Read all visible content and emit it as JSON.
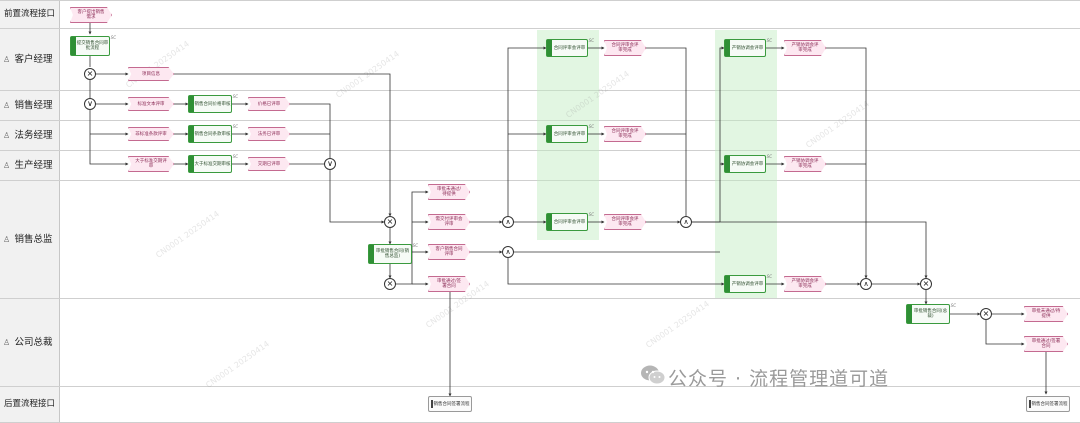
{
  "lanes": [
    {
      "name": "前置流程接口",
      "icon": "person-icon"
    },
    {
      "name": "客户经理",
      "icon": "person-icon"
    },
    {
      "name": "销售经理",
      "icon": "person-icon"
    },
    {
      "name": "法务经理",
      "icon": "person-icon"
    },
    {
      "name": "生产经理",
      "icon": "person-icon"
    },
    {
      "name": "销售总监",
      "icon": "person-icon"
    },
    {
      "name": "公司总裁",
      "icon": "person-icon"
    },
    {
      "name": "后置流程接口",
      "icon": "person-icon"
    }
  ],
  "events": [
    "客户提出销售需求",
    "项目信息",
    "标准文本评审",
    "非标准条款评审",
    "大于标准交期评审",
    "价格已评审",
    "法务已评审",
    "交期已评审",
    "审批未通过/待提供",
    "需交付评审会评审",
    "客户销售合同评审",
    "审批通过/签署合同",
    "合同评审会评审完成",
    "合同评审会评审完成",
    "合同评审会评审完成",
    "产销协调会评审完成",
    "产销协调会评审完成",
    "产销协调会评审完成",
    "审批未通过/待提供",
    "审批通过/签署合同"
  ],
  "functions": [
    "提交销售合同审批流程",
    "销售合同价格审核",
    "销售合同条款审核",
    "大于标准交期审核",
    "审批销售合同(销售总监)",
    "合同评审会评审",
    "合同评审会评审",
    "合同评审会评审",
    "产销协调会评审",
    "产销协调会评审",
    "产销协调会评审",
    "审批销售合同(总裁)"
  ],
  "interfaces": [
    "销售合同签署流程",
    "销售合同签署流程"
  ],
  "watermark": {
    "text": "公众号 · 流程管理道可道",
    "icon": "wechat-icon"
  },
  "colors": {
    "event_fill": "#fde8f1",
    "event_border": "#c46a90",
    "function_fill": "#f6fbf6",
    "function_border": "#3a9a3e",
    "highlight": "#d4f2d4"
  }
}
